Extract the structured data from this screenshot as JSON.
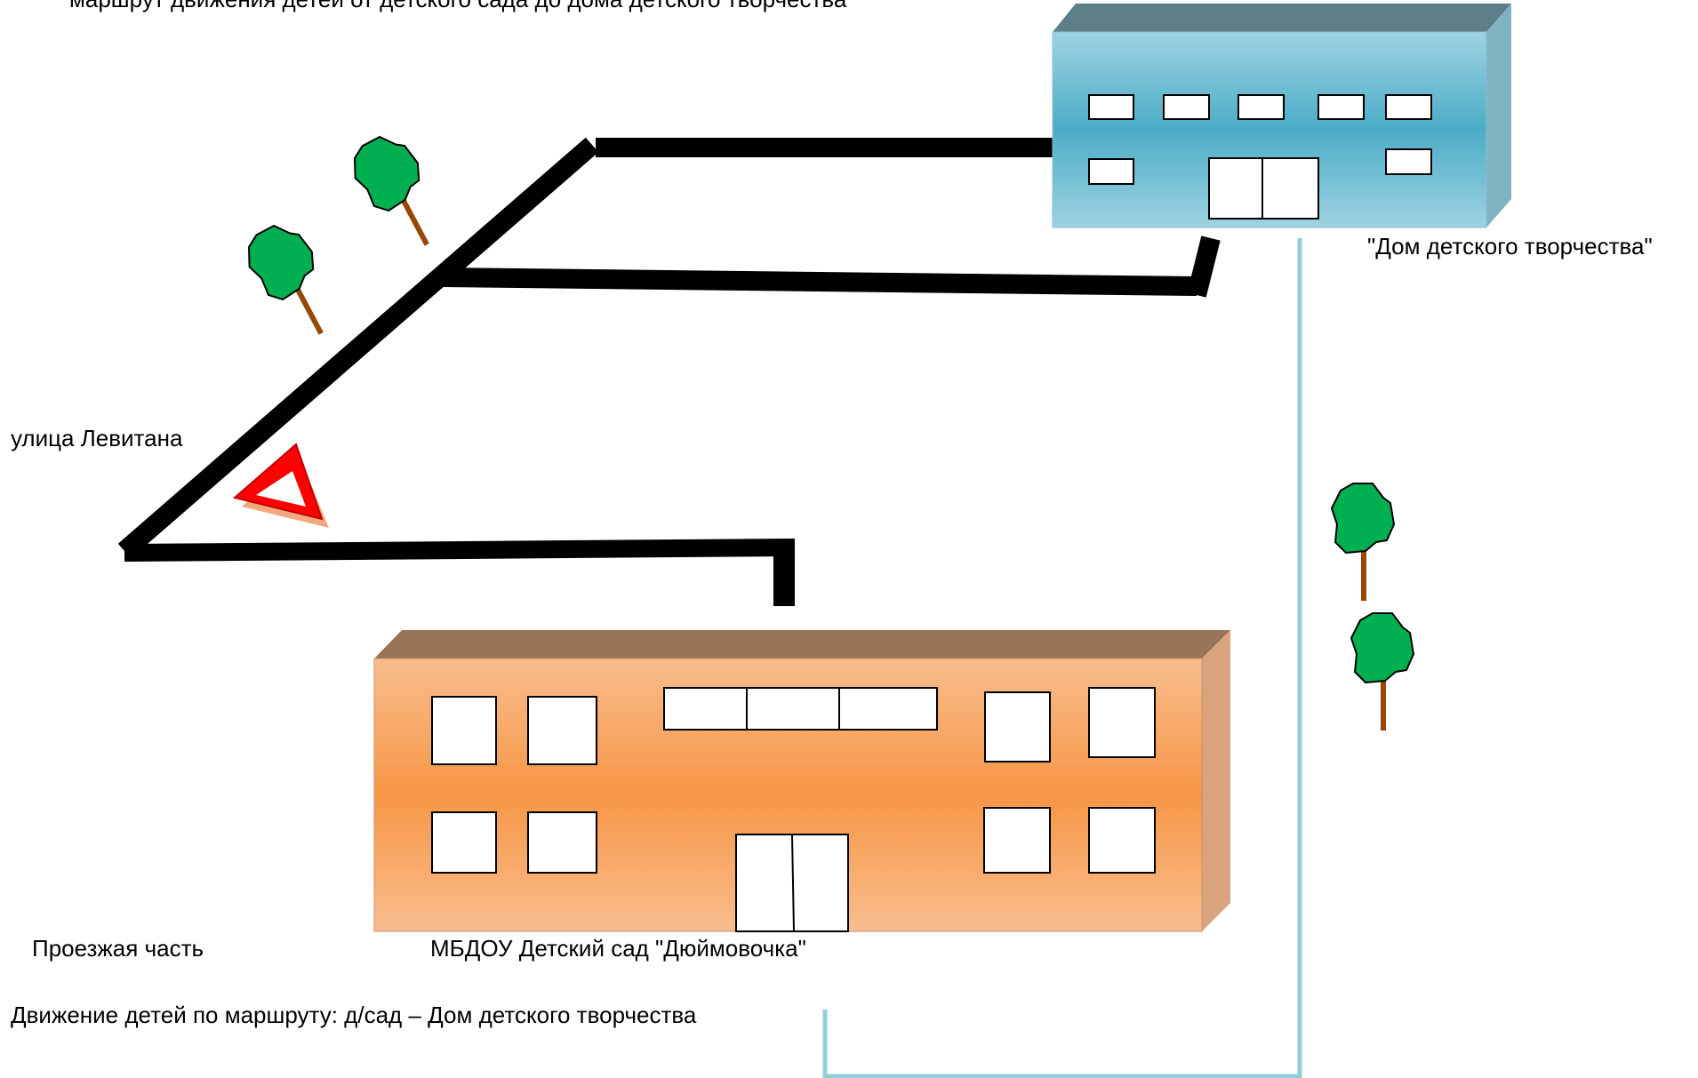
{
  "labels": {
    "top_text": "маршрут движения детей от детского сада до дома детского творчества",
    "house_of_creativity": "\"Дом детского творчества\"",
    "street": "улица Левитана",
    "roadway": "Проезжая часть",
    "kindergarten": "МБДОУ  Детский сад  \"Дюймовочка\"",
    "route_legend": "Движение детей по маршруту: д/сад – Дом детского творчества"
  },
  "colors": {
    "road": "#000000",
    "children_route": "#92cddc",
    "kindergarten_wall": "#f79646",
    "kindergarten_roof": "#987456",
    "creativity_house_wall": "#4bacc6",
    "creativity_house_roof": "#5c7f8a",
    "tree_crown": "#00b050",
    "tree_trunk": "#974706",
    "warning_sign": "#ff0000"
  },
  "icons": [
    "tree-icon",
    "warning-triangle-icon"
  ]
}
